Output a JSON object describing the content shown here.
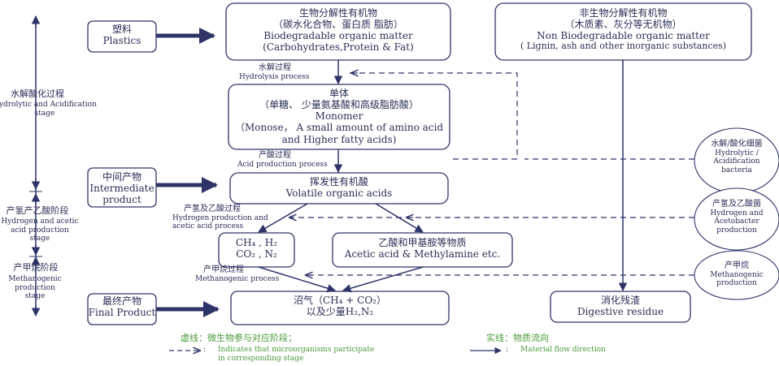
{
  "stages": {
    "hydrolytic_cn": "水解酸化过程",
    "hydrolytic_en": "Hydrolytic and Acidification stage",
    "hydrogen_cn": "产氢产乙酸阶段",
    "hydrogen_en": "Hydrogen and acetic acid production stage",
    "methanogenic_cn": "产甲烷阶段",
    "methanogenic_en": "Methanogenic production stage"
  },
  "inputs": {
    "plastics_cn": "塑料",
    "plastics_en": "Plastics",
    "intermediate_cn": "中间产物",
    "intermediate_en": "Intermediate product",
    "final_cn": "最终产物",
    "final_en": "Final Product"
  },
  "boxes": {
    "biodeg_cn1": "生物分解性有机物",
    "biodeg_cn2": "（碳水化合物、蛋白质 脂肪）",
    "biodeg_en1": "Biodegradable organic matter",
    "biodeg_en2": "(Carbohydrates,Protein & Fat)",
    "nonbio_cn1": "非生物分解性有机物",
    "nonbio_cn2": "（木质素、灰分等无机物）",
    "nonbio_en1": "Non Biodegradable organic matter",
    "nonbio_en2": "( Lignin, ash and other inorganic substances)",
    "monomer_cn1": "单体",
    "monomer_cn2": "（单糖、 少量氨基酸和高级脂肪酸）",
    "monomer_en1": "Monomer",
    "monomer_en2": "（Monose， A small amount of amino acid",
    "monomer_en3": "and Higher fatty acids)",
    "volatile_cn": "挥发性有机酸",
    "volatile_en": "Volatile organic acids",
    "gas_l1": "CH₄ , H₂",
    "gas_l2": "CO₂ , N₂",
    "acetic_cn": "乙酸和甲基胺等物质",
    "acetic_en": "Acetic acid & Methylamine etc.",
    "biogas_l1": "沼气（CH₄ + CO₂）",
    "biogas_l2": "以及少量H₂,N₂",
    "residue_cn": "消化残渣",
    "residue_en": "Digestive residue"
  },
  "processes": {
    "hydrolysis_cn": "水解过程",
    "hydrolysis_en": "Hydrolysis process",
    "acid_cn": "产酸过程",
    "acid_en": "Acid production process",
    "hprod_cn": "产氢及乙酸过程",
    "hprod_en1": "Hydrogen production and",
    "hprod_en2": "acetic acid process",
    "methano_cn": "产甲烷过程",
    "methano_en": "Methanogenic process"
  },
  "bacteria": {
    "hydrolytic_cn": "水解/酸化细菌",
    "hydrolytic_en1": "Hydrolytic /",
    "hydrolytic_en2": "Acidification",
    "hydrolytic_en3": "bacteria",
    "acetobacter_cn": "产氢及乙酸菌",
    "acetobacter_en1": "Hydrogen and",
    "acetobacter_en2": "Acetobacter",
    "acetobacter_en3": "production",
    "methane_cn": "产甲烷",
    "methane_en1": "Methanogenic",
    "methane_en2": "production"
  },
  "legend": {
    "dashed_cn": "虚线：微生物参与对应阶段；",
    "dashed_en1": "Indicates that microorganisms participate",
    "dashed_en2": "in corresponding stage",
    "solid_cn": "实线：物质流向",
    "solid_en": "Material flow direction",
    "colon": ":"
  },
  "colors": {
    "line": "#2f3468",
    "legend_text": "#4a9a3a"
  }
}
